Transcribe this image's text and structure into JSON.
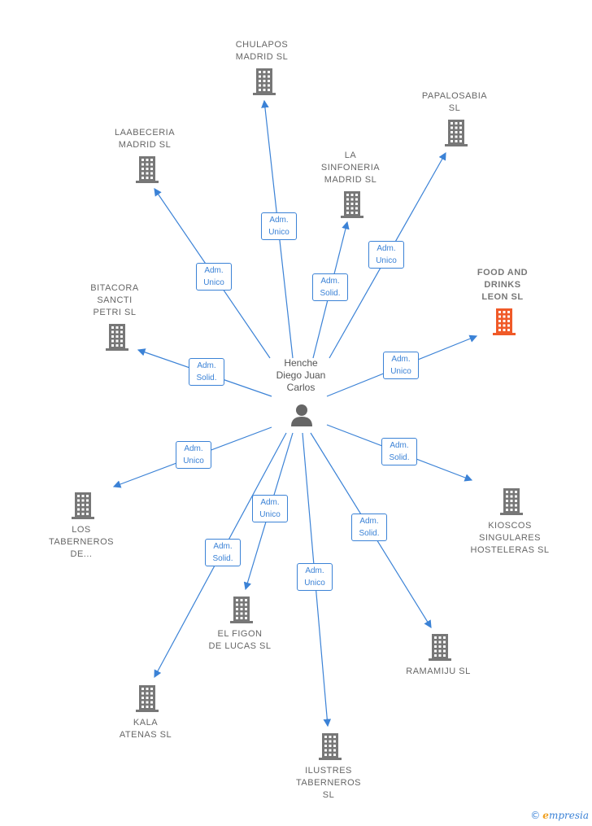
{
  "colors": {
    "edge": "#3b82d6",
    "building": "#777777",
    "highlight": "#f05a28"
  },
  "center": {
    "name": "Henche\nDiego Juan\nCarlos",
    "icon": "person-icon"
  },
  "nodes": [
    {
      "id": "chulapos",
      "label": "CHULAPOS\nMADRID  SL",
      "highlight": false
    },
    {
      "id": "papalosabia",
      "label": "PAPALOSABIA\nSL",
      "highlight": false
    },
    {
      "id": "laabeceria",
      "label": "LAABECERIA\nMADRID  SL",
      "highlight": false
    },
    {
      "id": "la-sinfoneria",
      "label": "LA\nSINFONERIA\nMADRID  SL",
      "highlight": false
    },
    {
      "id": "food-and-drinks",
      "label": "FOOD AND\nDRINKS\nLEON  SL",
      "highlight": true
    },
    {
      "id": "bitacora",
      "label": "BITACORA\nSANCTI\nPETRI  SL",
      "highlight": false
    },
    {
      "id": "los-taberneros",
      "label": "LOS\nTABERNEROS\nDE...",
      "highlight": false
    },
    {
      "id": "kioscos",
      "label": "KIOSCOS\nSINGULARES\nHOSTELERAS SL",
      "highlight": false
    },
    {
      "id": "el-figon",
      "label": "EL FIGON\nDE LUCAS  SL",
      "highlight": false
    },
    {
      "id": "ramamiju",
      "label": "RAMAMIJU  SL",
      "highlight": false
    },
    {
      "id": "kala-atenas",
      "label": "KALA\nATENAS  SL",
      "highlight": false
    },
    {
      "id": "ilustres",
      "label": "ILUSTRES\nTABERNEROS\nSL",
      "highlight": false
    }
  ],
  "edges": [
    {
      "to": "chulapos",
      "role": "Adm.\nUnico"
    },
    {
      "to": "papalosabia",
      "role": "Adm.\nUnico"
    },
    {
      "to": "laabeceria",
      "role": "Adm.\nUnico"
    },
    {
      "to": "la-sinfoneria",
      "role": "Adm.\nSolid."
    },
    {
      "to": "food-and-drinks",
      "role": "Adm.\nUnico"
    },
    {
      "to": "bitacora",
      "role": "Adm.\nSolid."
    },
    {
      "to": "los-taberneros",
      "role": "Adm.\nUnico"
    },
    {
      "to": "kioscos",
      "role": "Adm.\nSolid."
    },
    {
      "to": "el-figon",
      "role": "Adm.\nUnico"
    },
    {
      "to": "ramamiju",
      "role": "Adm.\nSolid."
    },
    {
      "to": "kala-atenas",
      "role": "Adm.\nSolid."
    },
    {
      "to": "ilustres",
      "role": "Adm.\nUnico"
    }
  ],
  "footer": {
    "copyright": "©",
    "brand_initial": "e",
    "brand_rest": "mpresia"
  }
}
